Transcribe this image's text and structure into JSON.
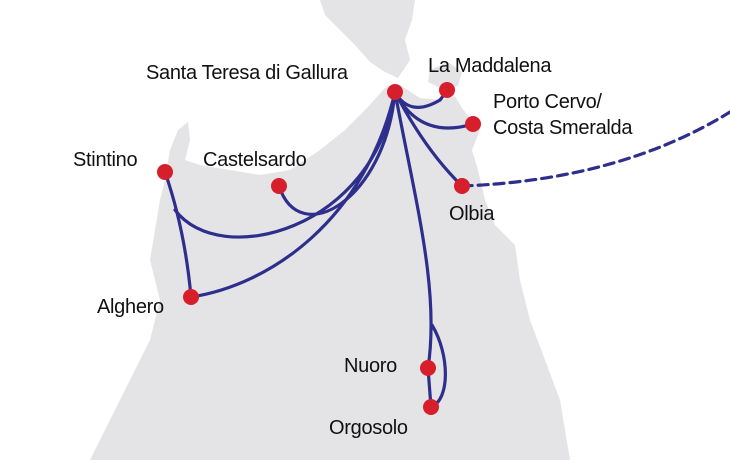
{
  "colors": {
    "land": "#e4e4e6",
    "coast": "#ffffff",
    "route": "#2e2f8c",
    "stop": "#d71f2b"
  },
  "places": {
    "santa_teresa": "Santa Teresa di Gallura",
    "la_maddalena": "La Maddalena",
    "porto_cervo_1": "Porto Cervo/",
    "porto_cervo_2": "Costa Smeralda",
    "olbia": "Olbia",
    "stintino": "Stintino",
    "castelsardo": "Castelsardo",
    "alghero": "Alghero",
    "nuoro": "Nuoro",
    "orgosolo": "Orgosolo"
  }
}
